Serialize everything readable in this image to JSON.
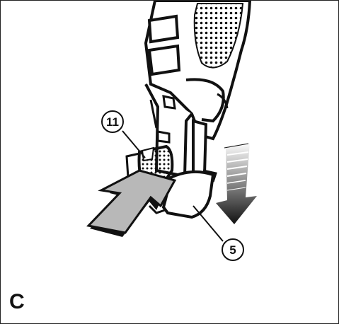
{
  "figure": {
    "letter": "C",
    "callouts": [
      {
        "id": "11",
        "label": "11"
      },
      {
        "id": "5",
        "label": "5"
      }
    ]
  },
  "colors": {
    "ink": "#111111",
    "arrow_fill": "#b8b8b8",
    "body_light": "#ffffff"
  }
}
